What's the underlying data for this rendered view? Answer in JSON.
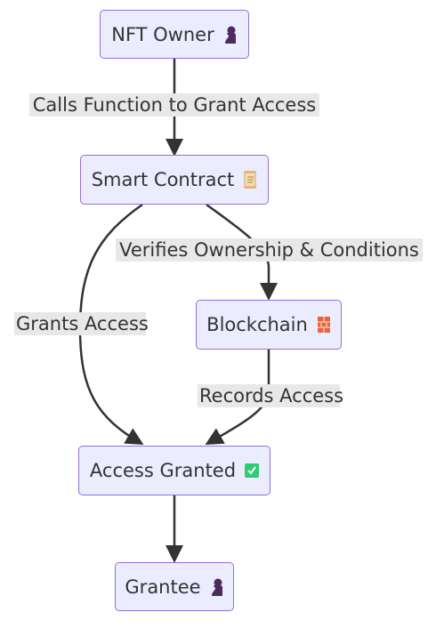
{
  "nodes": {
    "nft_owner": {
      "label": "NFT Owner",
      "icon": "person-silhouette-icon"
    },
    "smart_contract": {
      "label": "Smart Contract",
      "icon": "scroll-icon"
    },
    "blockchain": {
      "label": "Blockchain",
      "icon": "brick-icon"
    },
    "access_granted": {
      "label": "Access Granted",
      "icon": "check-mark-button-icon"
    },
    "grantee": {
      "label": "Grantee",
      "icon": "person-silhouette-icon"
    }
  },
  "edges": {
    "owner_to_contract": "Calls Function to Grant Access",
    "contract_to_blockchain": "Verifies Ownership & Conditions",
    "contract_to_access": "Grants Access",
    "blockchain_to_access": "Records Access"
  },
  "colors": {
    "node_fill": "#ECECFF",
    "node_border": "#9370DB",
    "edge": "#333333",
    "label_bg": "#E8E8E8",
    "person_icon": "#4A2D5E",
    "scroll_icon": "#F5DEB3",
    "brick_icon": "#E8643C",
    "check_icon": "#2ECC71"
  }
}
